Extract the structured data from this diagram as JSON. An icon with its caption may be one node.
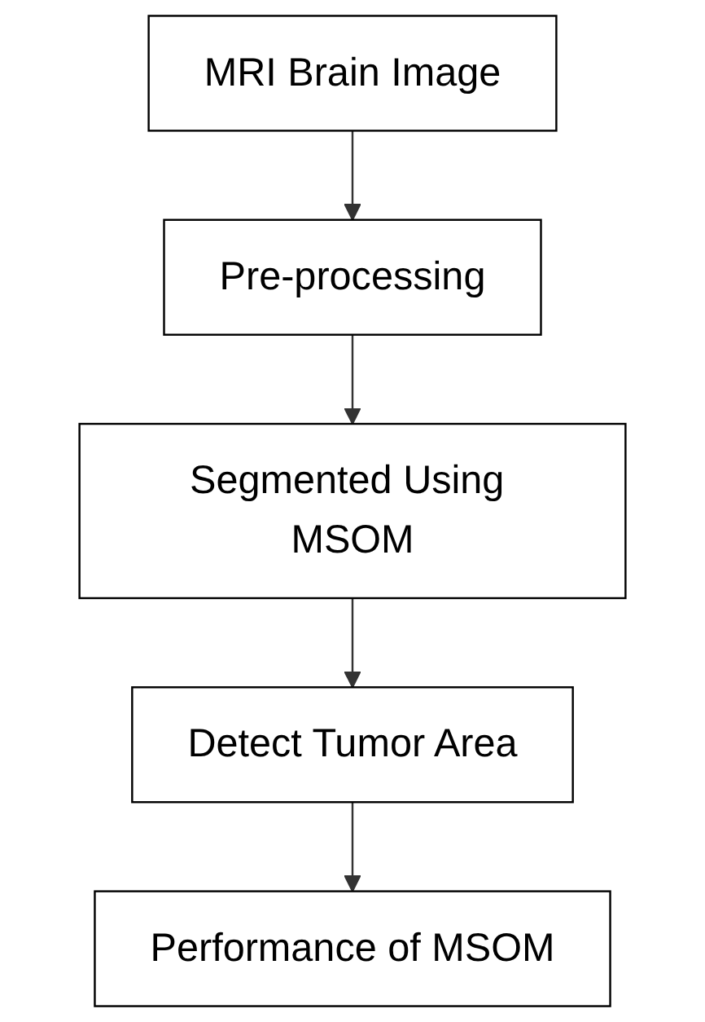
{
  "diagram": {
    "nodes": [
      {
        "text": [
          "MRI Brain Image"
        ]
      },
      {
        "text": [
          "Pre-processing"
        ]
      },
      {
        "text": [
          "Segmented Using MSOM"
        ]
      },
      {
        "text": [
          "Detect Tumor Area"
        ]
      },
      {
        "text": [
          "Performance of MSOM"
        ]
      }
    ],
    "edges": [
      {
        "from": 0,
        "to": 1,
        "arrow": "to"
      },
      {
        "from": 1,
        "to": 2,
        "arrow": "to"
      },
      {
        "from": 2,
        "to": 3,
        "arrow": "to"
      },
      {
        "from": 3,
        "to": 4,
        "arrow": "to"
      }
    ]
  }
}
